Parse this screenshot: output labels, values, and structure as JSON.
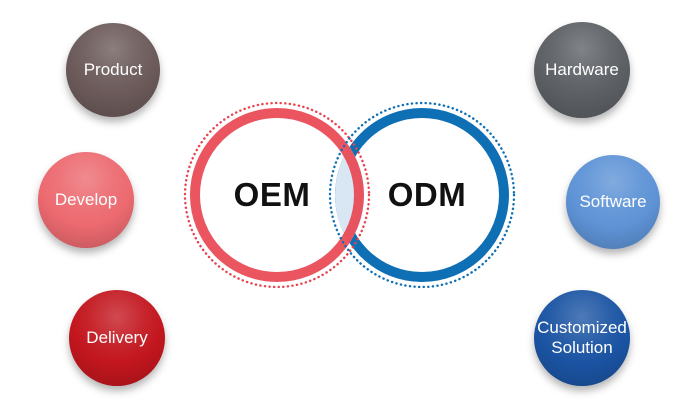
{
  "venn": {
    "left_label": "OEM",
    "right_label": "ODM",
    "left_ring_color": "#e8434f",
    "right_ring_color": "#0e6fb5",
    "overlap_fill": "#d9e7f4"
  },
  "left_column": {
    "items": [
      {
        "label": "Product",
        "color": "#6b5a59"
      },
      {
        "label": "Develop",
        "color": "#ec6a70"
      },
      {
        "label": "Delivery",
        "color": "#c3161e"
      }
    ]
  },
  "right_column": {
    "items": [
      {
        "label": "Hardware",
        "color": "#5c6065"
      },
      {
        "label": "Software",
        "color": "#5e93d6"
      },
      {
        "label": "Customized Solution",
        "color": "#1b54a3"
      }
    ]
  }
}
